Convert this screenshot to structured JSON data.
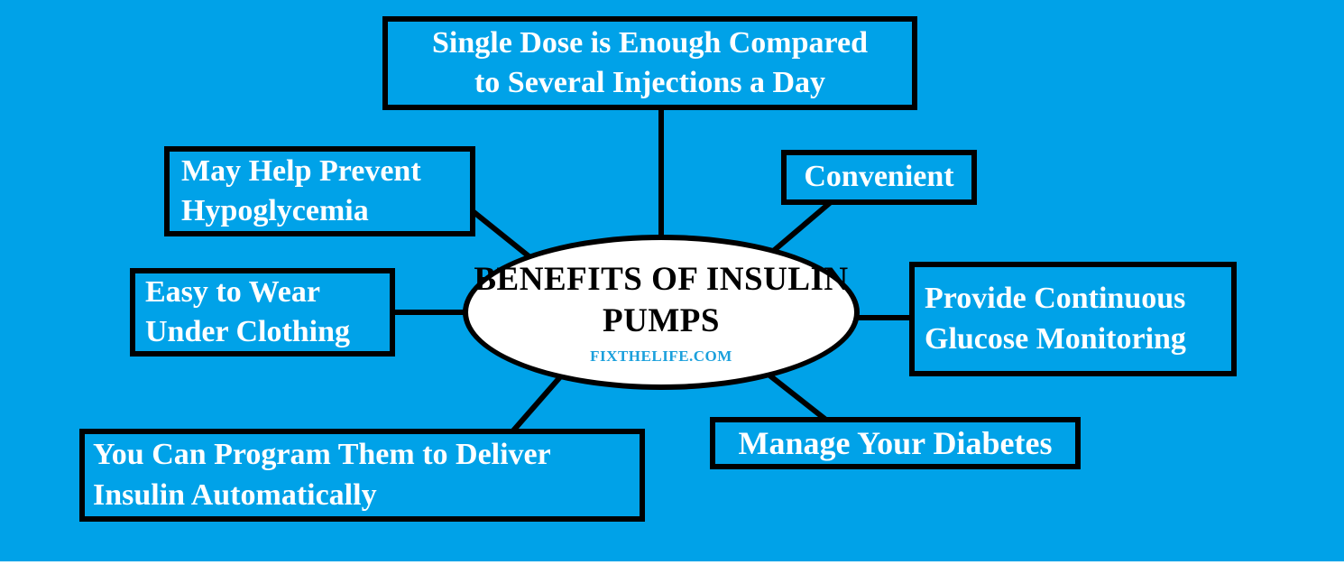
{
  "colors": {
    "background": "#00A2E8",
    "box_fill": "#00A2E8",
    "box_border": "#000000",
    "box_text": "#FFFFFF",
    "center_fill": "#FFFFFF",
    "center_text": "#000000",
    "watermark_text": "#1BA0DC",
    "connector": "#000000"
  },
  "center": {
    "line1": "BENEFITS OF",
    "line2": "INSULIN PUMPS",
    "watermark": "FIXTHELIFE.COM"
  },
  "nodes": {
    "single_dose": {
      "line1": "Single Dose is Enough Compared",
      "line2": "to Several Injections a Day"
    },
    "may_help": {
      "line1": "May Help Prevent",
      "line2": "Hypoglycemia"
    },
    "easy_wear": {
      "line1": "Easy to Wear",
      "line2": "Under Clothing"
    },
    "program": {
      "line1": "You Can Program Them to Deliver",
      "line2": "Insulin Automatically"
    },
    "convenient": {
      "line1": "Convenient"
    },
    "glucose": {
      "line1": "Provide Continuous",
      "line2": "Glucose Monitoring"
    },
    "manage": {
      "line1": "Manage Your Diabetes"
    }
  }
}
